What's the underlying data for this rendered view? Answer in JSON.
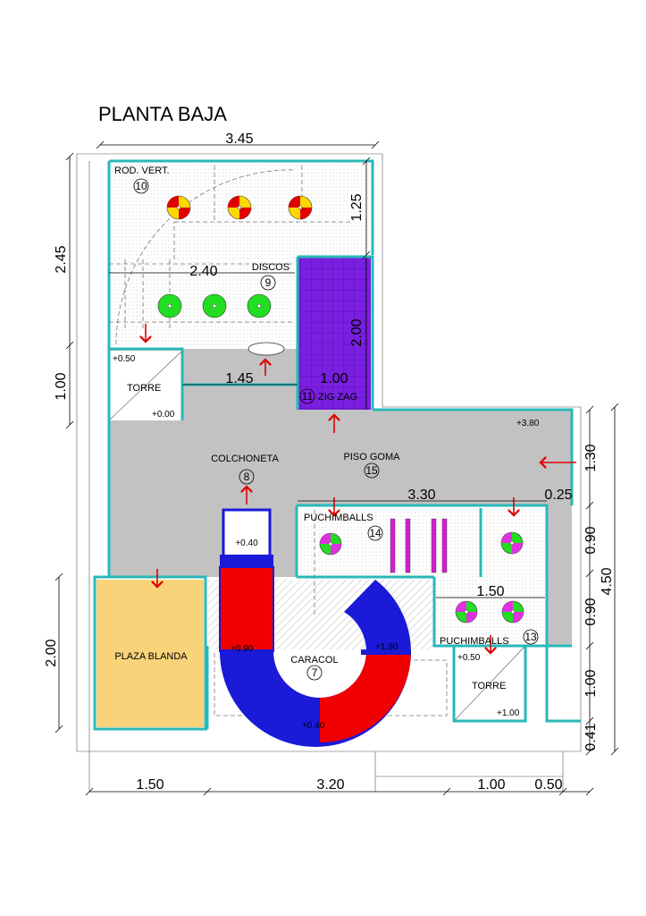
{
  "title": "PLANTA BAJA",
  "dimensions": {
    "top_width": "3.45",
    "left_2_45": "2.45",
    "left_1_00": "1.00",
    "left_2_00": "2.00",
    "right_1_25": "1.25",
    "right_2_00": "2.00",
    "right_1_30": "1.30",
    "right_0_90a": "0.90",
    "right_0_90b": "0.90",
    "right_1_00": "1.00",
    "right_0_41": "0.41",
    "right_4_50": "4.50",
    "inner_2_40": "2.40",
    "inner_1_45": "1.45",
    "inner_1_00": "1.00",
    "inner_3_30": "3.30",
    "inner_0_25": "0.25",
    "inner_1_50": "1.50",
    "bottom_1_50": "1.50",
    "bottom_3_20": "3.20",
    "bottom_1_00": "1.00",
    "bottom_0_50": "0.50"
  },
  "zones": {
    "rod_vert": {
      "label": "ROD. VERT.",
      "number": "10"
    },
    "discos": {
      "label": "DISCOS",
      "number": "9"
    },
    "zigzag": {
      "label": "ZIG ZAG",
      "number": "11"
    },
    "torre_top": {
      "label": "TORRE",
      "level_top": "+0.50",
      "level_bottom": "+0.00"
    },
    "colchoneta": {
      "label": "COLCHONETA",
      "number": "8"
    },
    "piso_goma": {
      "label": "PISO GOMA",
      "number": "15",
      "level": "+3.80"
    },
    "puchimballs_a": {
      "label": "PUCHIMBALLS",
      "number": "14"
    },
    "puchimballs_b": {
      "label": "PUCHIMBALLS",
      "number": "13"
    },
    "plaza_blanda": {
      "label": "PLAZA BLANDA"
    },
    "caracol": {
      "label": "CARACOL",
      "number": "7",
      "level_a": "+0.90",
      "level_b": "+1.90",
      "level_c": "+0.40",
      "level_top": "+0.40"
    },
    "torre_bottom": {
      "label": "TORRE",
      "level_top": "+0.50",
      "level_bottom": "+1.00"
    }
  },
  "colors": {
    "wall": "#29b8b8",
    "floor_gray": "#c2c2c2",
    "zigzag": "#7a1fe0",
    "plaza": "#f8d37a",
    "slide_red": "#f00000",
    "slide_blue": "#1a1ad8",
    "arrow": "#e00000"
  }
}
